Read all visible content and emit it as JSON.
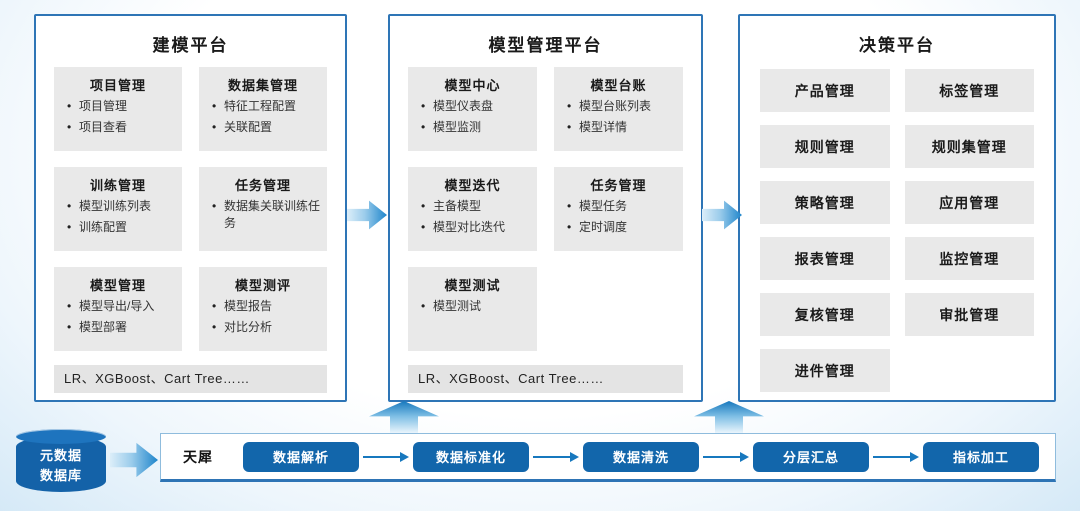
{
  "platforms": [
    {
      "title": "建模平台",
      "cards": [
        {
          "title": "项目管理",
          "items": [
            "项目管理",
            "项目查看"
          ]
        },
        {
          "title": "数据集管理",
          "items": [
            "特征工程配置",
            "关联配置"
          ]
        },
        {
          "title": "训练管理",
          "items": [
            "模型训练列表",
            "训练配置"
          ]
        },
        {
          "title": "任务管理",
          "items": [
            "数据集关联训练任务"
          ]
        },
        {
          "title": "模型管理",
          "items": [
            "模型导出/导入",
            "模型部署"
          ]
        },
        {
          "title": "模型测评",
          "items": [
            "模型报告",
            "对比分析"
          ]
        }
      ],
      "footer": "LR、XGBoost、Cart Tree……"
    },
    {
      "title": "模型管理平台",
      "cards": [
        {
          "title": "模型中心",
          "items": [
            "模型仪表盘",
            "模型监测"
          ]
        },
        {
          "title": "模型台账",
          "items": [
            "模型台账列表",
            "模型详情"
          ]
        },
        {
          "title": "模型迭代",
          "items": [
            "主备模型",
            "模型对比迭代"
          ]
        },
        {
          "title": "任务管理",
          "items": [
            "模型任务",
            "定时调度"
          ]
        },
        {
          "title": "模型测试",
          "items": [
            "模型测试"
          ]
        }
      ],
      "footer": "LR、XGBoost、Cart Tree……"
    },
    {
      "title": "决策平台",
      "items": [
        "产品管理",
        "标签管理",
        "规则管理",
        "规则集管理",
        "策略管理",
        "应用管理",
        "报表管理",
        "监控管理",
        "复核管理",
        "审批管理",
        "进件管理"
      ]
    }
  ],
  "bottom": {
    "database_lines": [
      "元数据",
      "数据库"
    ],
    "engine_label": "天犀",
    "steps": [
      "数据解析",
      "数据标准化",
      "数据清洗",
      "分层汇总",
      "指标加工"
    ]
  },
  "colors": {
    "panel_border": "#2E75B6",
    "card_bg": "#E9E9E9",
    "step_button": "#1266AB",
    "database": "#1462A8",
    "arrow_dark": "#1E85CB",
    "arrow_light": "#DCEEF9"
  }
}
